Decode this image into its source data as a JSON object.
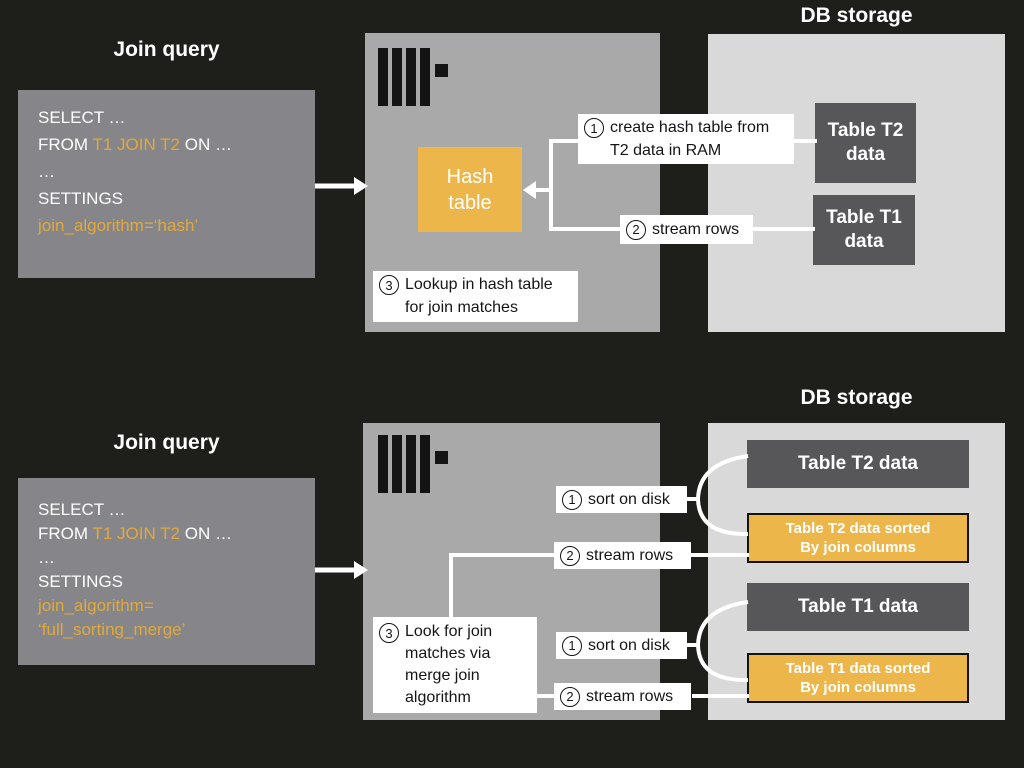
{
  "colors": {
    "bg": "#1e1e1b",
    "query_box": "#86868a",
    "server_box": "#a9a9a9",
    "db_box": "#d9d9d9",
    "dark_box": "#57575a",
    "yellow": "#ecb64a",
    "code_yellow": "#dfa93c",
    "white": "#ffffff",
    "line_black": "#141414"
  },
  "top": {
    "title": "Join query",
    "code": {
      "l1": "SELECT …",
      "l2a": "FROM ",
      "l2b": "T1 JOIN T2",
      "l2c": " ON …",
      "l3": "…",
      "l4": "SETTINGS",
      "l5": "join_algorithm=‘hash’"
    },
    "hash": {
      "l1": "Hash",
      "l2": "table"
    },
    "db_title": "DB storage",
    "t2": {
      "l1": "Table T2",
      "l2": "data"
    },
    "t1": {
      "l1": "Table T1",
      "l2": "data"
    },
    "step1": {
      "num": "1",
      "l1": "create hash table from",
      "l2": "T2 data in RAM"
    },
    "step2": {
      "num": "2",
      "text": "stream rows"
    },
    "step3": {
      "num": "3",
      "l1": "Lookup in hash table",
      "l2": "for join matches"
    }
  },
  "bottom": {
    "title": "Join query",
    "code": {
      "l1": "SELECT …",
      "l2a": "FROM ",
      "l2b": "T1 JOIN T2",
      "l2c": " ON …",
      "l3": "…",
      "l4": "SETTINGS",
      "l5": "join_algorithm=",
      "l6": "‘full_sorting_merge’"
    },
    "db_title": "DB storage",
    "t2": "Table T2 data",
    "t2s": {
      "l1": "Table T2 data sorted",
      "l2": "By join columns"
    },
    "t1": "Table T1 data",
    "t1s": {
      "l1": "Table T1 data sorted",
      "l2": "By join columns"
    },
    "sort1": {
      "num": "1",
      "text": "sort on disk"
    },
    "stream1": {
      "num": "2",
      "text": "stream rows"
    },
    "sort2": {
      "num": "1",
      "text": "sort on disk"
    },
    "stream2": {
      "num": "2",
      "text": "stream rows"
    },
    "step3": {
      "num": "3",
      "l1": "Look for join",
      "l2": "matches via",
      "l3": "merge join",
      "l4": "algorithm"
    }
  }
}
